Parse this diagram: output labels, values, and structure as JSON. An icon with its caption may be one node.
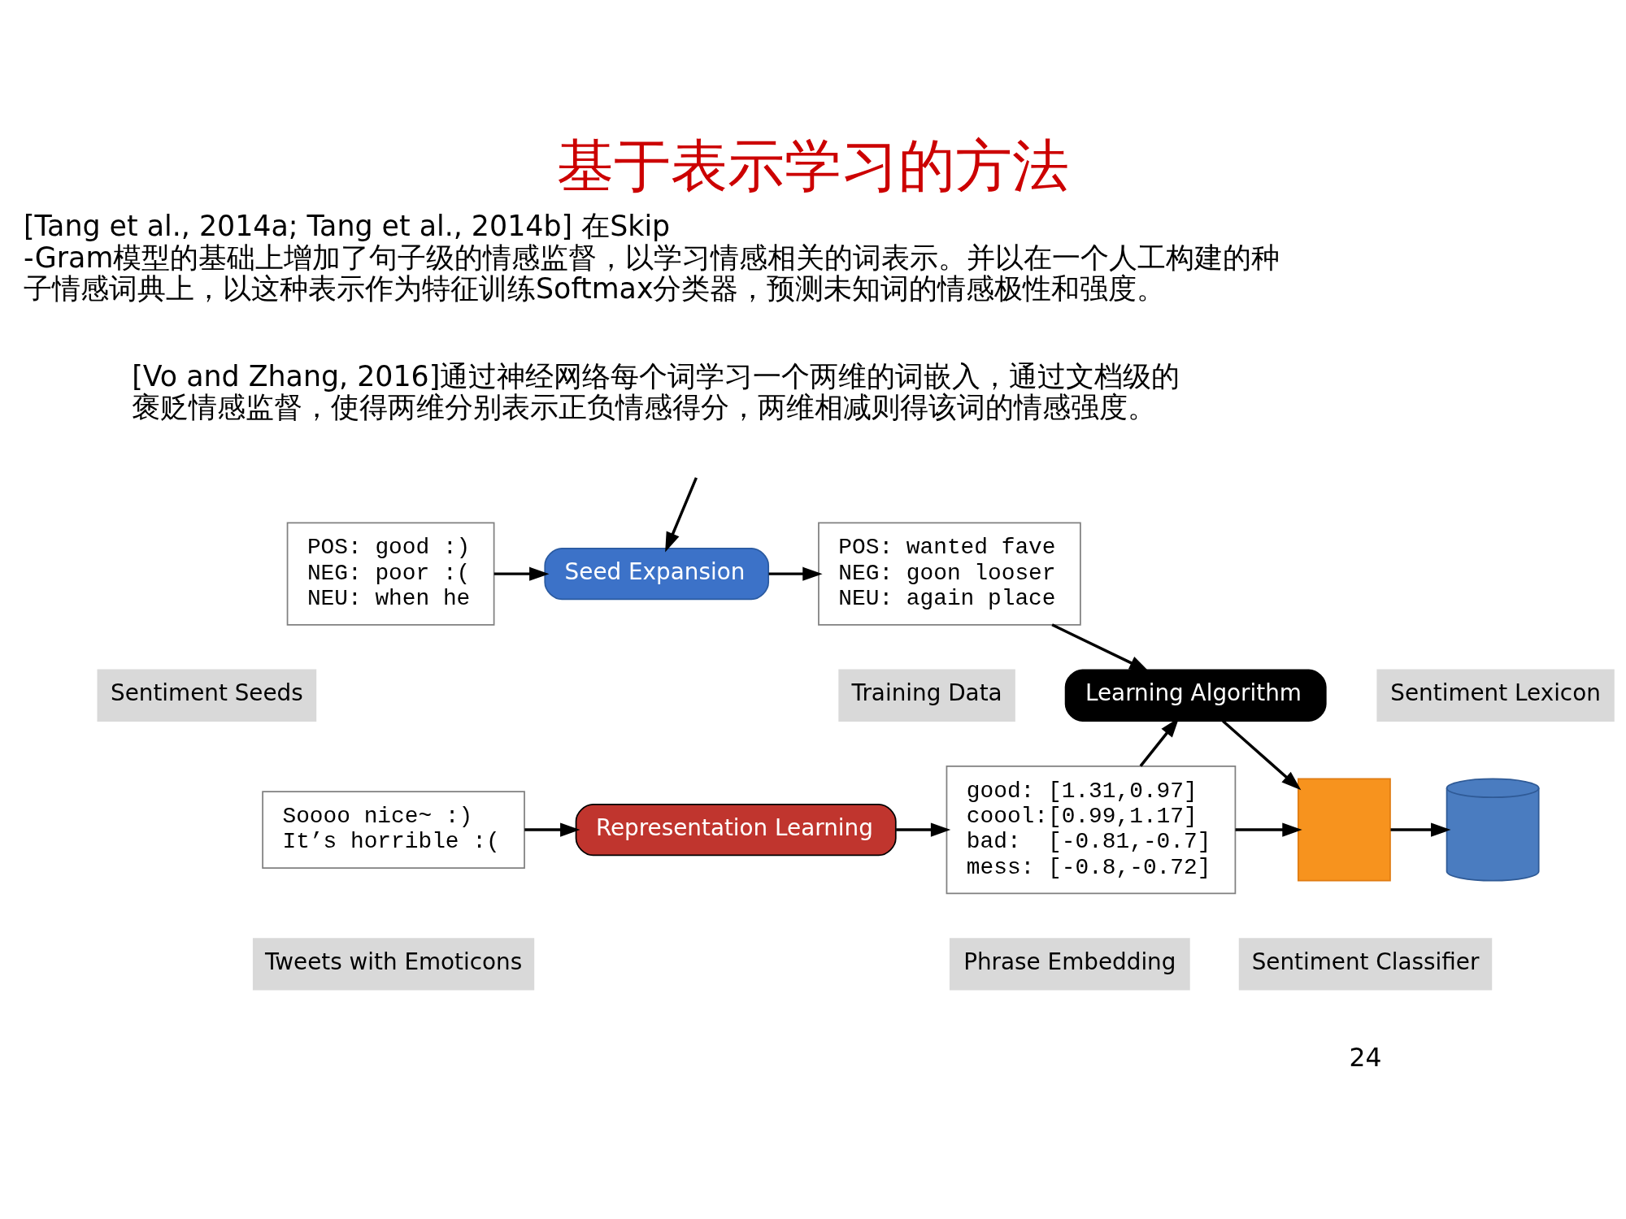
{
  "diagram": {
    "title": "基于表示学习的方法",
    "nodes": [
      {
        "text": [
          "POS: good :)",
          "NEG: poor :(",
          "NEU: when he"
        ],
        "beside": [
          "Sentiment Seeds"
        ]
      },
      {
        "text": [
          "Seed Expansion"
        ]
      },
      {
        "text": [
          "POS: wanted fave",
          "NEG: goon looser",
          "NEU: again place"
        ],
        "beside": [
          "Training Data"
        ]
      },
      {
        "text": [
          "Soooo nice~ :)",
          "It’s horrible :("
        ],
        "beside": [
          "Tweets with Emoticons"
        ]
      },
      {
        "text": [
          "Representation Learning"
        ]
      },
      {
        "text": [
          "good: [1.31,0.97]",
          "coool:[0.99,1.17]",
          "bad:  [-0.81,-0.7]",
          "mess: [-0.8,-0.72]"
        ],
        "beside": [
          "Phrase Embedding"
        ]
      },
      {
        "text": [
          "Learning Algorithm"
        ]
      },
      {
        "text": [],
        "shape": "box",
        "beside": [
          "Sentiment Classifier"
        ]
      },
      {
        "text": [],
        "shape": "cylinder",
        "beside": [
          "Sentiment Lexicon"
        ]
      }
    ],
    "edges": [
      {
        "from": null,
        "to": 1,
        "arrow": "to"
      },
      {
        "from": 0,
        "to": 1,
        "arrow": "to"
      },
      {
        "from": 1,
        "to": 2,
        "arrow": "to"
      },
      {
        "from": 3,
        "to": 4,
        "arrow": "to"
      },
      {
        "from": 4,
        "to": 5,
        "arrow": "to"
      },
      {
        "from": 2,
        "to": 6,
        "arrow": "to"
      },
      {
        "from": 5,
        "to": 6,
        "arrow": "to"
      },
      {
        "from": 5,
        "to": 7,
        "arrow": "to"
      },
      {
        "from": 6,
        "to": 7,
        "arrow": "to"
      },
      {
        "from": 7,
        "to": 8,
        "arrow": "to"
      }
    ],
    "labels": [
      "[Tang et al., 2014a; Tang et al., 2014b] 在Skip-Gram模型的基础上增加了句子级的情感监督，以学习情感相关的词表示。并以在一个人工构建的种子情感词典上，以这种表示作为特征训练Softmax分类器，预测未知词的情感极性和强度。",
      "[Vo and Zhang, 2016]通过神经网络每个词学习一个两维的词嵌入，通过文档级的褒贬情感监督，使得两维分别表示正负情感得分，两维相减则得该词的情感强度。",
      "24"
    ]
  }
}
